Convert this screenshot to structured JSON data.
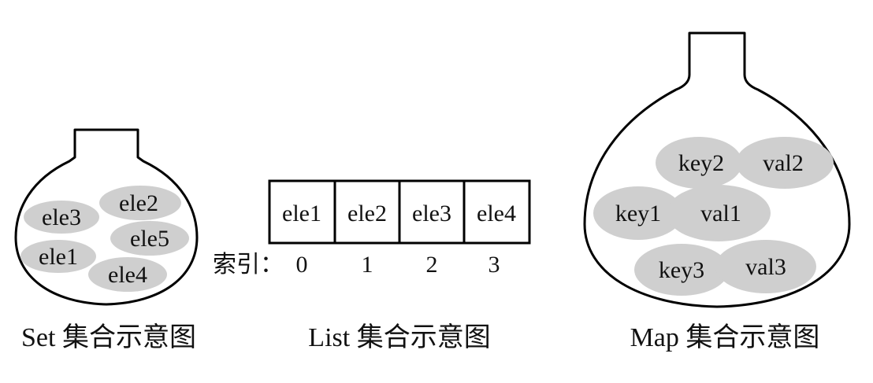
{
  "set_diagram": {
    "elements": [
      "ele3",
      "ele2",
      "ele5",
      "ele1",
      "ele4"
    ],
    "caption": "Set 集合示意图"
  },
  "list_diagram": {
    "cells": [
      "ele1",
      "ele2",
      "ele3",
      "ele4"
    ],
    "index_label": "索引：",
    "indices": [
      "0",
      "1",
      "2",
      "3"
    ],
    "caption": "List 集合示意图"
  },
  "map_diagram": {
    "pairs": [
      {
        "key": "key2",
        "val": "val2"
      },
      {
        "key": "key1",
        "val": "val1"
      },
      {
        "key": "key3",
        "val": "val3"
      }
    ],
    "caption": "Map 集合示意图"
  }
}
